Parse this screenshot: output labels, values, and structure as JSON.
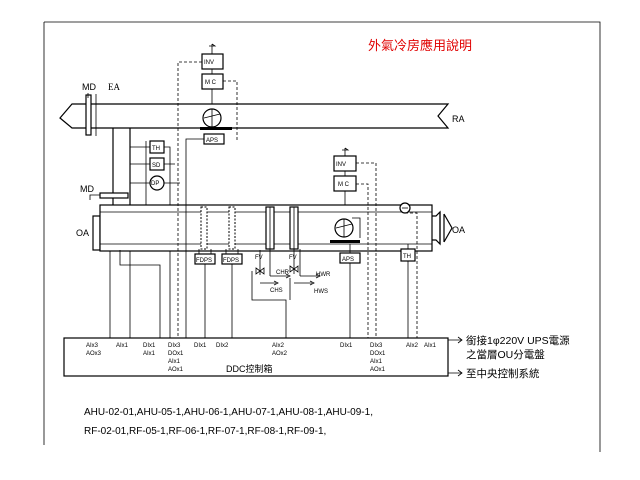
{
  "title": "外氣冷房應用說明",
  "labels": {
    "md_top": "MD",
    "ea": "EA",
    "ra": "RA",
    "md_mid": "MD",
    "oa_left": "OA",
    "oa_right": "OA",
    "inv": "INV",
    "mc": "M C",
    "aps": "APS",
    "th": "TH",
    "sd": "SD",
    "dp": "DP",
    "fdps": "FDPS",
    "fv": "FV",
    "chr": "CHR",
    "chs": "CHS",
    "hwr": "HWR",
    "hws": "HWS"
  },
  "ddc": {
    "label": "DDC控制箱",
    "points": [
      [
        "AIx3",
        "AOx3"
      ],
      [
        "AIx1"
      ],
      [
        "DIx1",
        "AIx1"
      ],
      [
        "DIx3",
        "DOx1",
        "AIx1",
        "AOx1"
      ],
      [
        "DIx1"
      ],
      [
        "DIx2"
      ],
      [
        "AIx2",
        "AOx2"
      ],
      [
        "DIx1"
      ],
      [
        "DIx3",
        "DOx1",
        "AIx1",
        "AOx1"
      ],
      [
        "AIx2"
      ],
      [
        "AIx1"
      ]
    ]
  },
  "notes": {
    "ups_line1": "銜接1φ220V UPS電源",
    "ups_line2": "之當層OU分電盤",
    "central": "至中央控制系統"
  },
  "units": {
    "line1": "AHU-02-01,AHU-05-1,AHU-06-1,AHU-07-1,AHU-08-1,AHU-09-1,",
    "line2": "RF-02-01,RF-05-1,RF-06-1,RF-07-1,RF-08-1,RF-09-1,"
  }
}
